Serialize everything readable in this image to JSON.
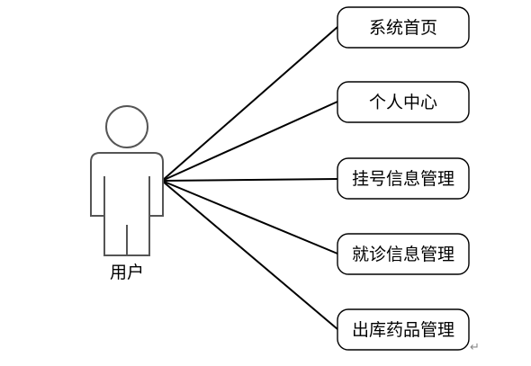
{
  "actor": {
    "label": "用户"
  },
  "use_cases": [
    {
      "label": "系统首页"
    },
    {
      "label": "个人中心"
    },
    {
      "label": "挂号信息管理"
    },
    {
      "label": "就诊信息管理"
    },
    {
      "label": "出库药品管理"
    }
  ],
  "paragraph_mark": "↵"
}
